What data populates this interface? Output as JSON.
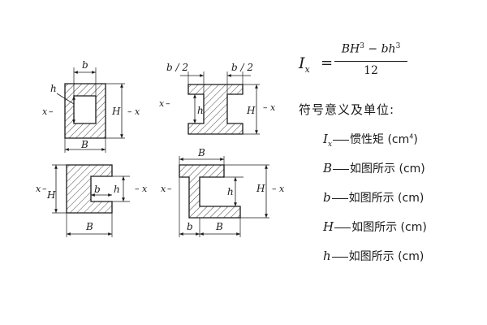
{
  "formula": {
    "lhs_symbol": "I",
    "lhs_sub": "x",
    "equals": "=",
    "num_a": "BH",
    "num_a_exp": "3",
    "num_minus": " − ",
    "num_b": "bh",
    "num_b_exp": "3",
    "denominator": "12"
  },
  "legend": {
    "title": "符号意义及单位:",
    "items": [
      {
        "symbol": "I",
        "sub": "x",
        "text": "惯性矩 (cm",
        "unit_exp": "4",
        "close": ")"
      },
      {
        "symbol": "B",
        "sub": "",
        "text": "如图所示 (cm)",
        "unit_exp": "",
        "close": ""
      },
      {
        "symbol": "b",
        "sub": "",
        "text": "如图所示 (cm)",
        "unit_exp": "",
        "close": ""
      },
      {
        "symbol": "H",
        "sub": "",
        "text": "如图所示 (cm)",
        "unit_exp": "",
        "close": ""
      },
      {
        "symbol": "h",
        "sub": "",
        "text": "如图所示 (cm)",
        "unit_exp": "",
        "close": ""
      }
    ]
  },
  "figures": {
    "box": {
      "b": "b",
      "h": "h",
      "H": "H",
      "B": "B",
      "xl": "x",
      "xr": "x"
    },
    "ibeam": {
      "b2l": "b / 2",
      "b2r": "b / 2",
      "h": "h",
      "H": "H",
      "xl": "x",
      "xr": "x"
    },
    "channel": {
      "H": "H",
      "b": "b",
      "h": "h",
      "B": "B",
      "xl": "x",
      "xr": "x"
    },
    "zsection": {
      "B": "B",
      "h": "h",
      "H": "H",
      "b": "b",
      "Bb": "B",
      "xl": "x",
      "xr": "x"
    }
  }
}
